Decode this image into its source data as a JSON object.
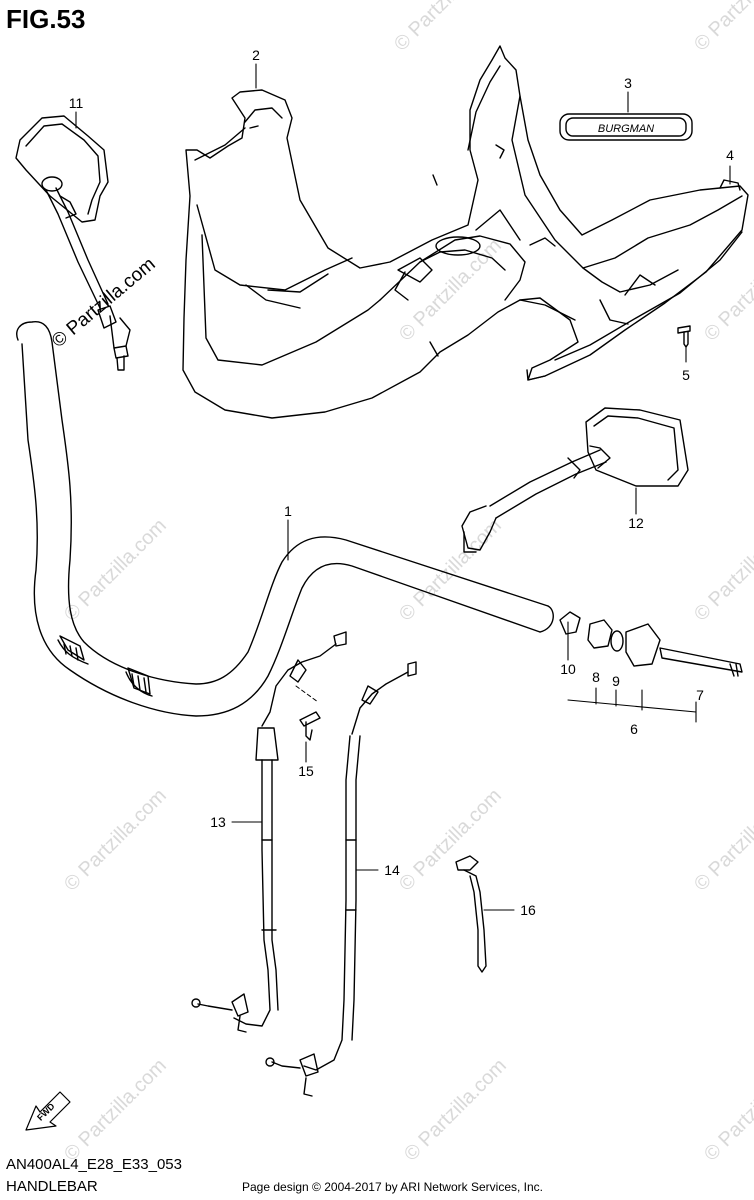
{
  "figure": {
    "title": "FIG.53",
    "model_code": "AN400AL4_E28_E33_053",
    "section_name": "HANDLEBAR",
    "copyright": "Page design © 2004-2017 by ARI Network Services, Inc.",
    "watermark": "© Partzilla.com",
    "badge_text": "BURGMAN",
    "fwd_text": "FWD"
  },
  "callouts": [
    {
      "id": "callout-1",
      "label": "1"
    },
    {
      "id": "callout-2",
      "label": "2"
    },
    {
      "id": "callout-3",
      "label": "3"
    },
    {
      "id": "callout-4",
      "label": "4"
    },
    {
      "id": "callout-5",
      "label": "5"
    },
    {
      "id": "callout-6",
      "label": "6"
    },
    {
      "id": "callout-7",
      "label": "7"
    },
    {
      "id": "callout-8",
      "label": "8"
    },
    {
      "id": "callout-9",
      "label": "9"
    },
    {
      "id": "callout-10",
      "label": "10"
    },
    {
      "id": "callout-11",
      "label": "11"
    },
    {
      "id": "callout-12",
      "label": "12"
    },
    {
      "id": "callout-13",
      "label": "13"
    },
    {
      "id": "callout-14",
      "label": "14"
    },
    {
      "id": "callout-15",
      "label": "15"
    },
    {
      "id": "callout-16",
      "label": "16"
    }
  ]
}
